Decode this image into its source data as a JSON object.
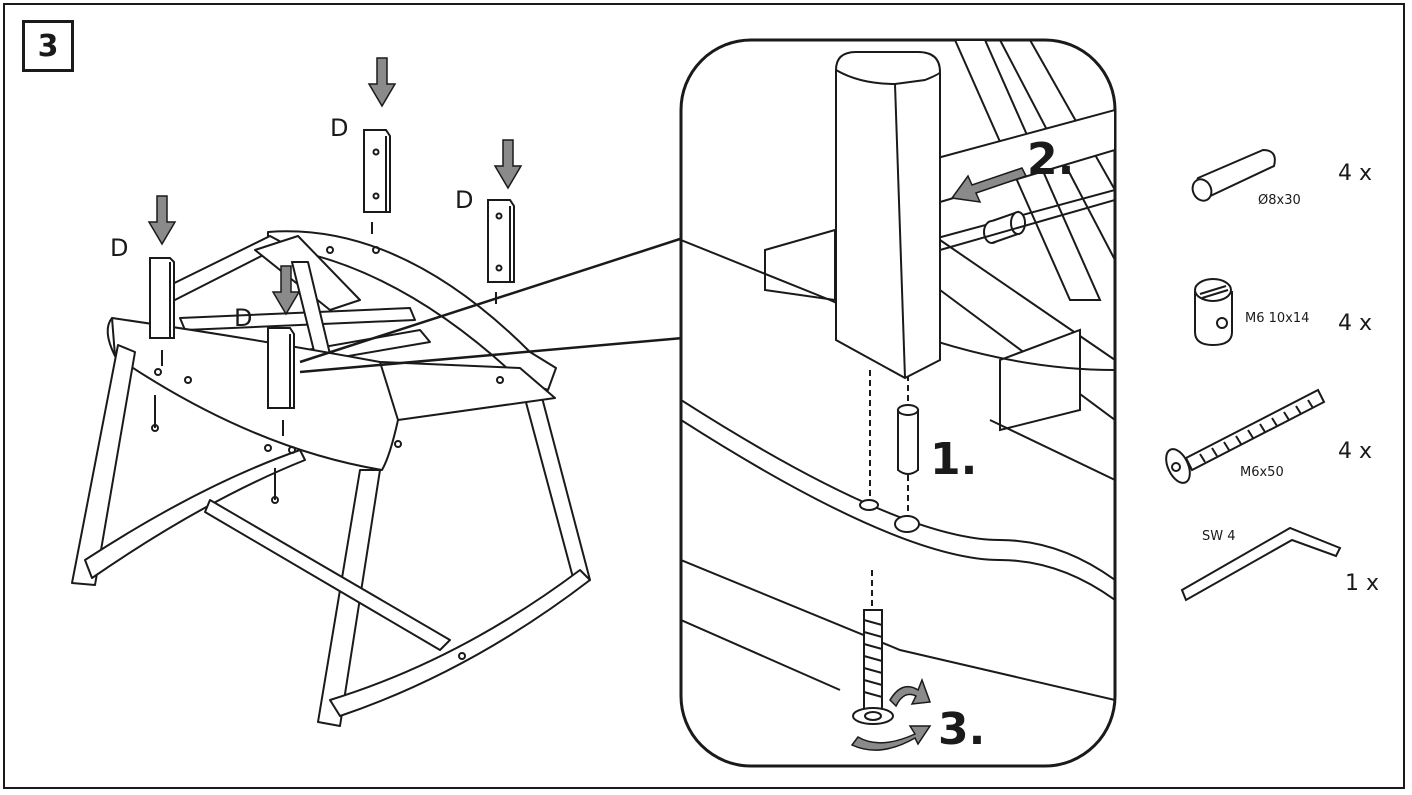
{
  "step": {
    "number": "3"
  },
  "assembly": {
    "part_labels": [
      "D",
      "D",
      "D",
      "D"
    ]
  },
  "detail": {
    "steps": [
      "1.",
      "2.",
      "3."
    ]
  },
  "hardware": [
    {
      "icon": "dowel-icon",
      "spec": "Ø8x30",
      "qty": "4 x"
    },
    {
      "icon": "barrel-nut-icon",
      "spec": "M6 10x14",
      "qty": "4 x"
    },
    {
      "icon": "bolt-icon",
      "spec": "M6x50",
      "qty": "4 x"
    },
    {
      "icon": "allen-key-icon",
      "spec": "SW 4",
      "qty": "1 x"
    }
  ]
}
